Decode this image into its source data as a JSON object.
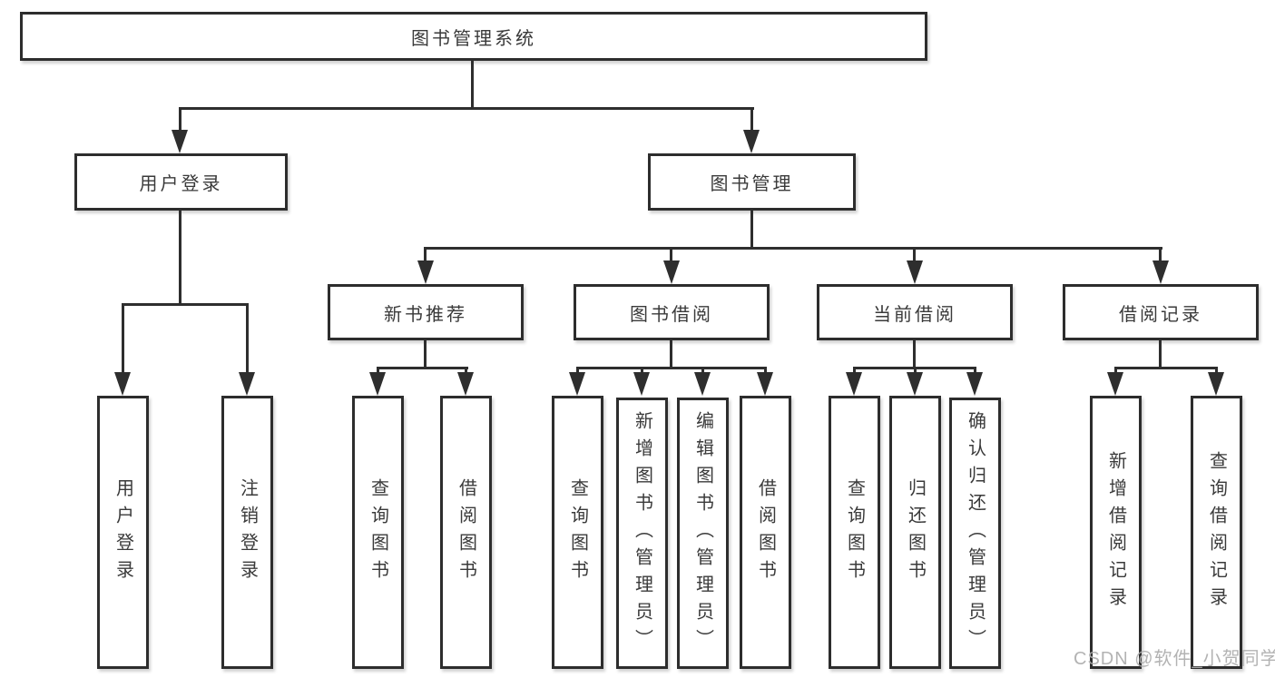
{
  "diagram": {
    "type": "hierarchy-tree",
    "root": {
      "label": "图书管理系统"
    },
    "level2": [
      {
        "label": "用户登录"
      },
      {
        "label": "图书管理"
      }
    ],
    "level3": [
      {
        "label": "新书推荐",
        "parent": "图书管理"
      },
      {
        "label": "图书借阅",
        "parent": "图书管理"
      },
      {
        "label": "当前借阅",
        "parent": "图书管理"
      },
      {
        "label": "借阅记录",
        "parent": "图书管理"
      }
    ],
    "leaves": [
      {
        "label": "用户登录",
        "parent": "用户登录"
      },
      {
        "label": "注销登录",
        "parent": "用户登录"
      },
      {
        "label": "查询图书",
        "parent": "新书推荐"
      },
      {
        "label": "借阅图书",
        "parent": "新书推荐"
      },
      {
        "label": "查询图书",
        "parent": "图书借阅"
      },
      {
        "label": "新增图书（管理员）",
        "parent": "图书借阅"
      },
      {
        "label": "编辑图书（管理员）",
        "parent": "图书借阅"
      },
      {
        "label": "借阅图书",
        "parent": "图书借阅"
      },
      {
        "label": "查询图书",
        "parent": "当前借阅"
      },
      {
        "label": "归还图书",
        "parent": "当前借阅"
      },
      {
        "label": "确认归还（管理员）",
        "parent": "当前借阅"
      },
      {
        "label": "新增借阅记录",
        "parent": "借阅记录"
      },
      {
        "label": "查询借阅记录",
        "parent": "借阅记录"
      }
    ],
    "colors": {
      "line": "#2e2e2e",
      "box_border": "#2d2d2d",
      "box_fill": "#ffffff",
      "text": "#3a3a3a",
      "watermark": "#adadad",
      "background": "#ffffff"
    },
    "watermark": {
      "text": "CSDN @软件_小贺同学"
    }
  }
}
